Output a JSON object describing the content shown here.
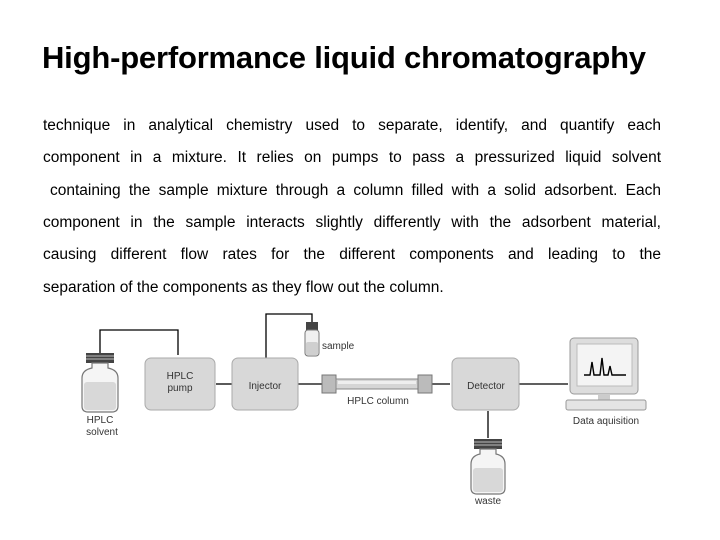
{
  "title": "High-performance liquid chromatography",
  "paragraph": [
    "technique in analytical chemistry used to separate, identify, and quantify each",
    "component in a mixture. It relies on pumps to pass a pressurized liquid solvent",
    "containing the sample mixture through a column filled with a solid adsorbent. Each",
    "component in the sample interacts slightly differently with the adsorbent material,",
    "causing different flow rates for the different components and leading to the",
    "separation of the components as they flow out the column."
  ],
  "diagram": {
    "solvent_label_1": "HPLC",
    "solvent_label_2": "solvent",
    "pump_label_1": "HPLC",
    "pump_label_2": "pump",
    "injector_label": "Injector",
    "sample_label": "sample",
    "column_label": "HPLC column",
    "detector_label": "Detector",
    "data_label": "Data aquisition",
    "waste_label": "waste"
  }
}
